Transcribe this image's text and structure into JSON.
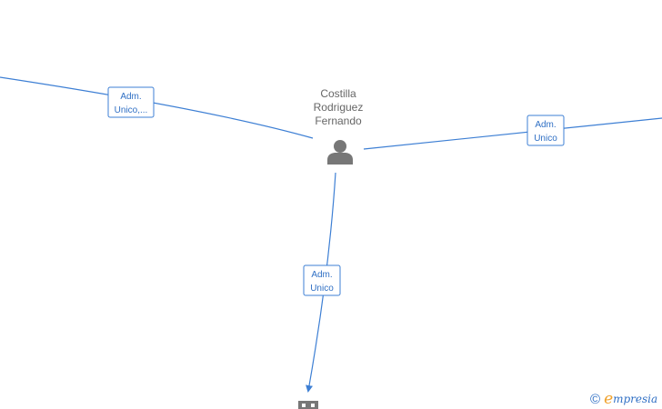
{
  "diagram": {
    "person": {
      "name_lines": [
        "Costilla",
        "Rodriguez",
        "Fernando"
      ],
      "icon": "person-icon"
    },
    "company": {
      "icon": "building-icon"
    },
    "edges": [
      {
        "id": "left",
        "label_lines": [
          "Adm.",
          "Unico,..."
        ]
      },
      {
        "id": "right",
        "label_lines": [
          "Adm.",
          "Unico"
        ]
      },
      {
        "id": "down",
        "label_lines": [
          "Adm.",
          "Unico"
        ]
      }
    ],
    "colors": {
      "edge": "#3d7fd4",
      "label_text": "#2f6fc4",
      "node_icon": "#777777"
    }
  },
  "watermark": {
    "symbol": "©",
    "brand_first_letter": "e",
    "brand_rest": "mpresia"
  }
}
